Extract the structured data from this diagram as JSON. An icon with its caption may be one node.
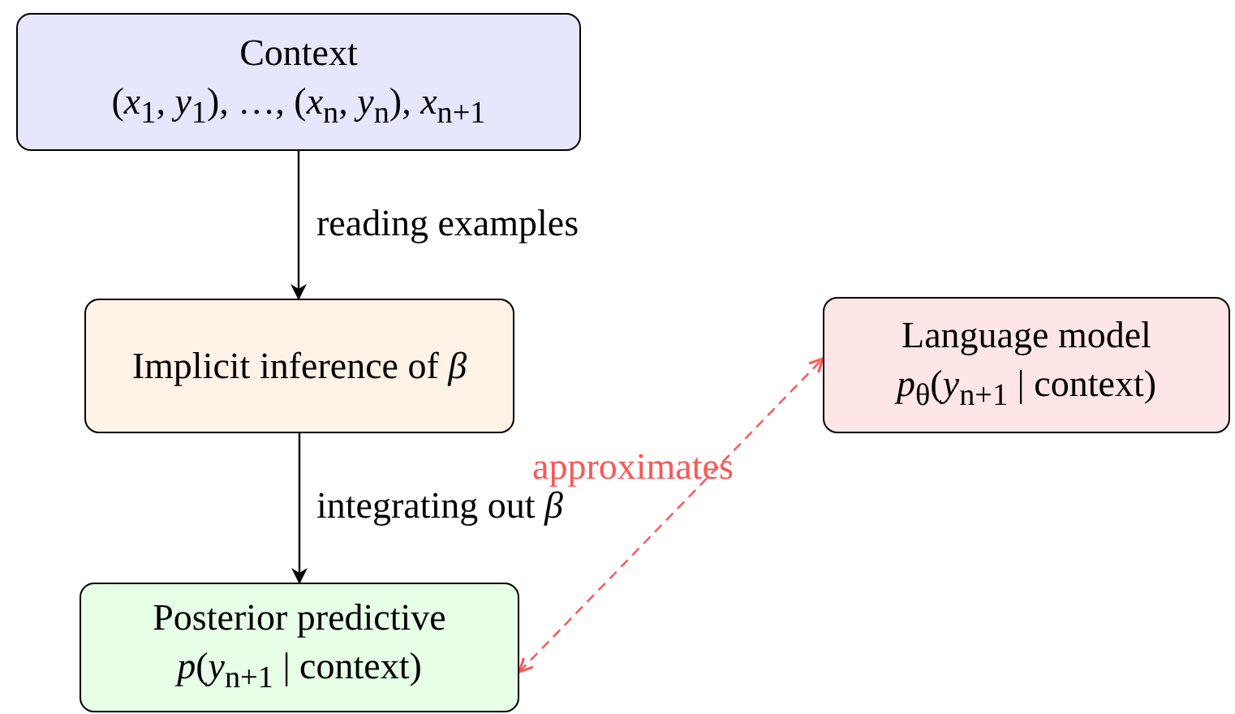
{
  "diagram": {
    "nodes": [
      {
        "text": [
          "Context",
          "(*x*$_{1}$, *y*$_{1}$), …, (*x*$_{n}$, *y*$_{n}$), *x*$_{n+1}$"
        ]
      },
      {
        "text": [
          "Implicit inference of *β*"
        ]
      },
      {
        "text": [
          "Language model",
          "*p*$_{θ}$(*y*$_{n+1}$ | context)"
        ]
      },
      {
        "text": [
          "Posterior predictive",
          "*p*(*y*$_{n+1}$ | context)"
        ]
      }
    ],
    "edges": [
      {
        "from": 0,
        "to": 1,
        "arrow": "to",
        "label": "reading examples"
      },
      {
        "from": 1,
        "to": 3,
        "arrow": "to",
        "label": "integrating out *β*"
      },
      {
        "from": 3,
        "to": 2,
        "arrow": "both",
        "label": "approximates",
        "style": "dashed",
        "color": "#ff5555"
      }
    ]
  }
}
